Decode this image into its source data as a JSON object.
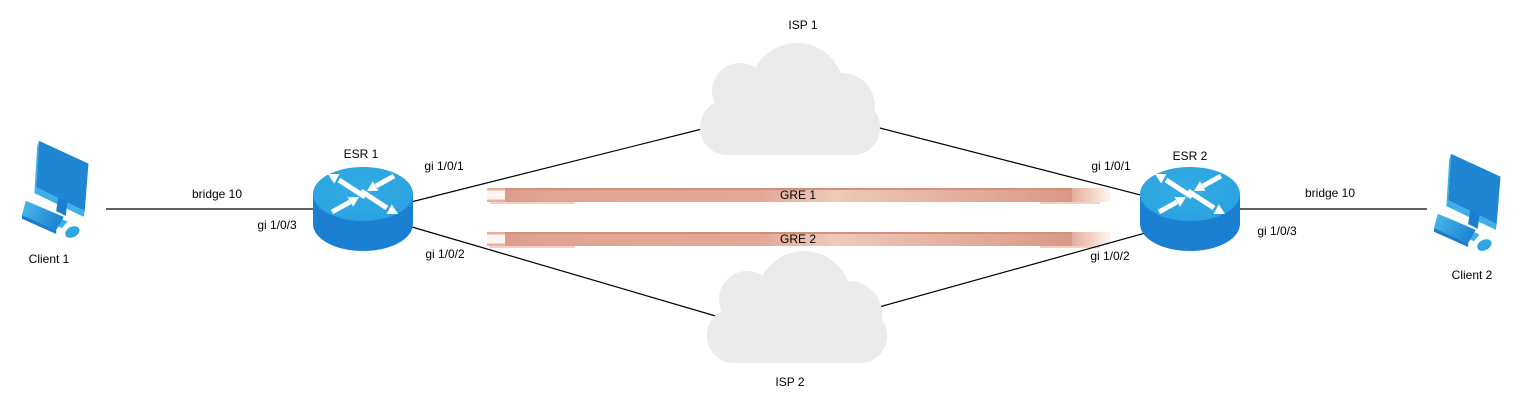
{
  "nodes": {
    "client1": {
      "label": "Client 1",
      "icon": "computer-icon"
    },
    "client2": {
      "label": "Client 2",
      "icon": "computer-icon"
    },
    "esr1": {
      "label": "ESR 1",
      "icon": "router-icon",
      "interfaces": {
        "gi_1_0_1": "gi 1/0/1",
        "gi_1_0_2": "gi 1/0/2",
        "gi_1_0_3": "gi 1/0/3"
      }
    },
    "esr2": {
      "label": "ESR 2",
      "icon": "router-icon",
      "interfaces": {
        "gi_1_0_1": "gi 1/0/1",
        "gi_1_0_2": "gi 1/0/2",
        "gi_1_0_3": "gi 1/0/3"
      }
    },
    "isp1": {
      "label": "ISP 1",
      "icon": "cloud-icon"
    },
    "isp2": {
      "label": "ISP 2",
      "icon": "cloud-icon"
    }
  },
  "links": {
    "client1_esr1": {
      "label": "bridge 10"
    },
    "esr2_client2": {
      "label": "bridge 10"
    }
  },
  "tunnels": {
    "gre1": {
      "label": "GRE 1"
    },
    "gre2": {
      "label": "GRE 2"
    }
  },
  "colors": {
    "device_blue": "#1b80d2",
    "device_blue_light": "#2da6e1",
    "cloud_gray": "#ebebeb",
    "tunnel_salmon": "#e2a493",
    "tunnel_salmon_light": "#f2d2c4",
    "link_line": "#000000",
    "text": "#000000",
    "background": "#ffffff"
  }
}
